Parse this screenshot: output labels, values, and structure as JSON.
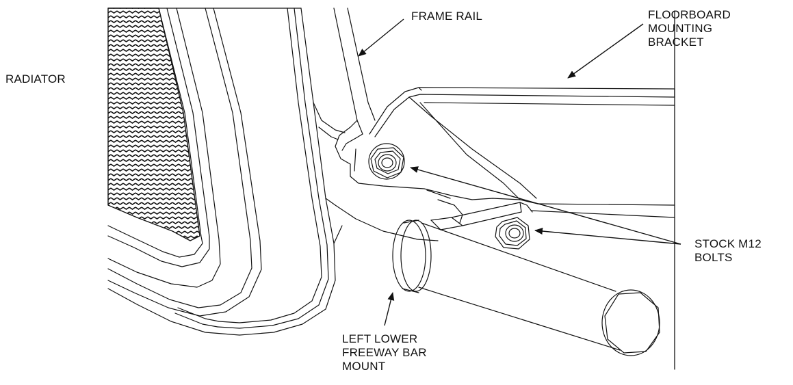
{
  "labels": {
    "radiator": "RADIATOR",
    "frame_rail": "FRAME RAIL",
    "floorboard": [
      "FLOORBOARD",
      "MOUNTING",
      "BRACKET"
    ],
    "bolts": [
      "STOCK M12",
      "BOLTS"
    ],
    "freeway_mount": [
      "LEFT LOWER",
      "FREEWAY BAR",
      "MOUNT"
    ]
  },
  "colors": {
    "ink": "#111111",
    "background": "#ffffff"
  }
}
